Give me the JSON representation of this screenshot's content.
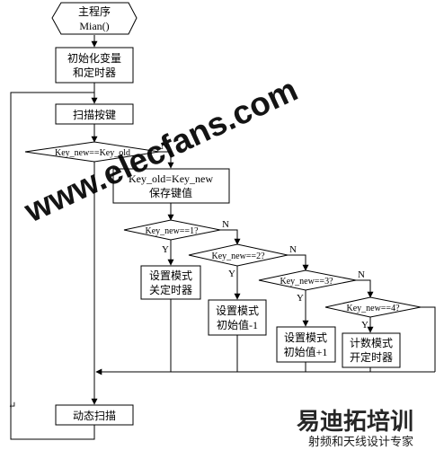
{
  "nodes": {
    "start": [
      "主程序",
      "Mian()"
    ],
    "init": [
      "初始化变量",
      "和定时器"
    ],
    "scan": [
      "扫描按键"
    ],
    "cmp_old": [
      "Key_new==Key_old"
    ],
    "save": [
      "Key_old=Key_new",
      "保存键值"
    ],
    "cmp1": [
      "Key_new==1?"
    ],
    "cmp2": [
      "Key_new==2?"
    ],
    "cmp3": [
      "Key_new==3?"
    ],
    "cmp4": [
      "Key_new==4?"
    ],
    "mode1": [
      "设置模式",
      "关定时器"
    ],
    "mode2": [
      "设置模式",
      "初始值-1"
    ],
    "mode3": [
      "设置模式",
      "初始值+1"
    ],
    "mode4": [
      "计数模式",
      "开定时器"
    ],
    "dyn": [
      "动态扫描"
    ]
  },
  "edge_labels": {
    "yes": "Y",
    "no": "N",
    "return_mark": "↵"
  },
  "watermark": {
    "site": "www.elecfans.com",
    "logo_line1": "易迪拓培训",
    "logo_line2": "射频和天线设计专家"
  },
  "colors": {
    "watermark_red": "#e8413b",
    "line": "#000000"
  }
}
